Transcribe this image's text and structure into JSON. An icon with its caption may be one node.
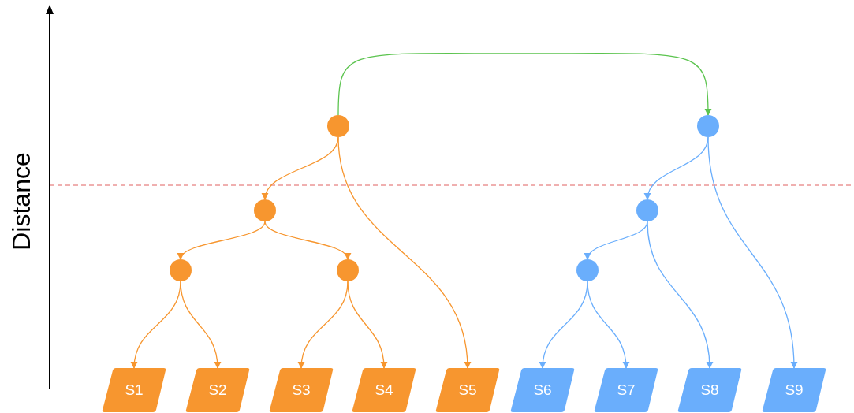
{
  "diagram": {
    "nodes": [
      {
        "text": [],
        "shape": "circle"
      },
      {
        "text": [],
        "shape": "circle"
      },
      {
        "text": [],
        "shape": "circle"
      },
      {
        "text": [],
        "shape": "circle"
      },
      {
        "text": [],
        "shape": "circle"
      },
      {
        "text": [],
        "shape": "circle"
      },
      {
        "text": [],
        "shape": "circle"
      },
      {
        "text": [
          "S1"
        ]
      },
      {
        "text": [
          "S2"
        ]
      },
      {
        "text": [
          "S3"
        ]
      },
      {
        "text": [
          "S4"
        ]
      },
      {
        "text": [
          "S5"
        ]
      },
      {
        "text": [
          "S6"
        ]
      },
      {
        "text": [
          "S7"
        ]
      },
      {
        "text": [
          "S8"
        ]
      },
      {
        "text": [
          "S9"
        ]
      }
    ],
    "edges": [
      {
        "from": 0,
        "to": 1,
        "arrow": "to",
        "color": "#5cc44f"
      },
      {
        "from": 0,
        "to": 2,
        "arrow": "to"
      },
      {
        "from": 0,
        "to": 11,
        "arrow": "to"
      },
      {
        "from": 2,
        "to": 4,
        "arrow": "to"
      },
      {
        "from": 2,
        "to": 5,
        "arrow": "to"
      },
      {
        "from": 4,
        "to": 7,
        "arrow": "to"
      },
      {
        "from": 4,
        "to": 8,
        "arrow": "to"
      },
      {
        "from": 5,
        "to": 9,
        "arrow": "to"
      },
      {
        "from": 5,
        "to": 10,
        "arrow": "to"
      },
      {
        "from": 1,
        "to": 3,
        "arrow": "to",
        "color": "#6aaefc"
      },
      {
        "from": 1,
        "to": 15,
        "arrow": "to",
        "color": "#6aaefc"
      },
      {
        "from": 3,
        "to": 6,
        "arrow": "to",
        "color": "#6aaefc"
      },
      {
        "from": 3,
        "to": 14,
        "arrow": "to",
        "color": "#6aaefc"
      },
      {
        "from": 6,
        "to": 12,
        "arrow": "to",
        "color": "#6aaefc"
      },
      {
        "from": 6,
        "to": 13,
        "arrow": "to",
        "color": "#6aaefc"
      }
    ],
    "labels": [
      "Distance"
    ]
  }
}
